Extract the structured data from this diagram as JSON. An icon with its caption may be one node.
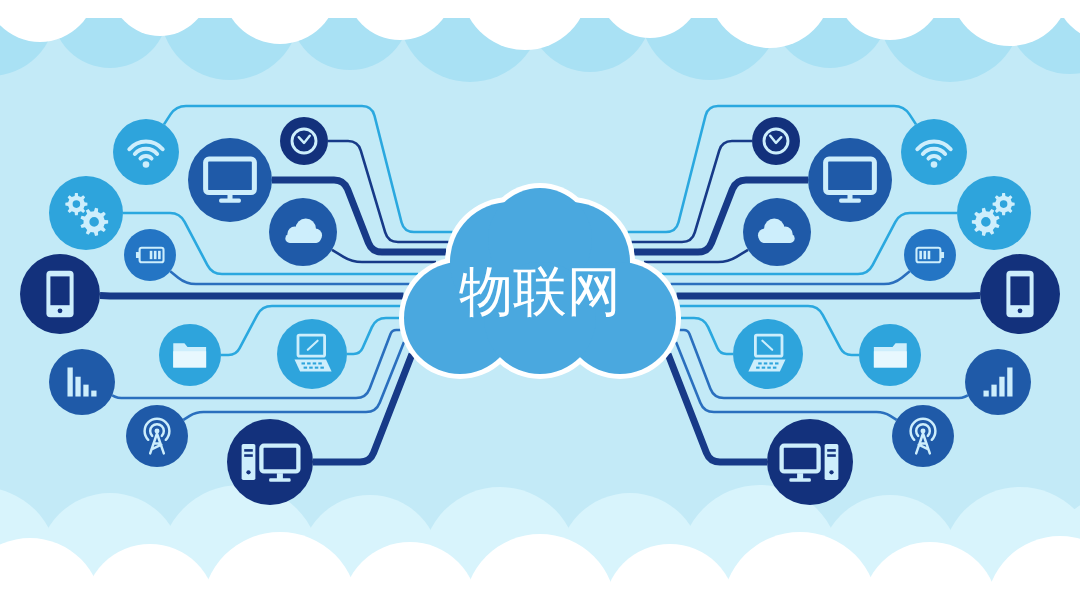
{
  "diagram": {
    "nodes": [
      {
        "text": [
          "物联网"
        ]
      },
      {
        "text": [],
        "shape": "circle"
      },
      {
        "text": [],
        "shape": "circle"
      },
      {
        "text": [],
        "shape": "circle"
      },
      {
        "text": [],
        "shape": "circle"
      },
      {
        "text": [],
        "shape": "circle"
      },
      {
        "text": [],
        "shape": "circle"
      },
      {
        "text": [],
        "shape": "circle"
      },
      {
        "text": [],
        "shape": "circle"
      },
      {
        "text": [],
        "shape": "circle"
      },
      {
        "text": [],
        "shape": "circle"
      },
      {
        "text": [],
        "shape": "circle"
      },
      {
        "text": [],
        "shape": "circle"
      },
      {
        "text": [],
        "shape": "circle"
      },
      {
        "text": [],
        "shape": "circle"
      },
      {
        "text": [],
        "shape": "circle"
      },
      {
        "text": [],
        "shape": "circle"
      },
      {
        "text": [],
        "shape": "circle"
      },
      {
        "text": [],
        "shape": "circle"
      },
      {
        "text": [],
        "shape": "circle"
      },
      {
        "text": [],
        "shape": "circle"
      },
      {
        "text": [],
        "shape": "circle"
      },
      {
        "text": [],
        "shape": "circle"
      },
      {
        "text": [],
        "shape": "circle"
      },
      {
        "text": [],
        "shape": "circle"
      }
    ],
    "edges": [
      {
        "from": 1,
        "to": 0,
        "arrow": "none"
      },
      {
        "from": 2,
        "to": 0,
        "arrow": "none",
        "color": "#2aa8df"
      },
      {
        "from": 3,
        "to": 0,
        "arrow": "none",
        "style": "thick"
      },
      {
        "from": 4,
        "to": 0,
        "arrow": "none",
        "color": "#2aa8df"
      },
      {
        "from": 5,
        "to": 0,
        "arrow": "none"
      },
      {
        "from": 6,
        "to": 0,
        "arrow": "none",
        "color": "#2a6fbe"
      },
      {
        "from": 7,
        "to": 0,
        "arrow": "none",
        "style": "thick"
      },
      {
        "from": 8,
        "to": 0,
        "arrow": "none",
        "color": "#2aa8df"
      },
      {
        "from": 9,
        "to": 0,
        "arrow": "none",
        "color": "#2aa8df"
      },
      {
        "from": 10,
        "to": 0,
        "arrow": "none",
        "color": "#2a6fbe"
      },
      {
        "from": 11,
        "to": 0,
        "arrow": "none",
        "color": "#2a6fbe"
      },
      {
        "from": 12,
        "to": 0,
        "arrow": "none",
        "style": "thick"
      },
      {
        "from": 13,
        "to": 0,
        "arrow": "none"
      },
      {
        "from": 14,
        "to": 0,
        "arrow": "none",
        "color": "#2aa8df"
      },
      {
        "from": 15,
        "to": 0,
        "arrow": "none",
        "style": "thick"
      },
      {
        "from": 16,
        "to": 0,
        "arrow": "none",
        "color": "#2aa8df"
      },
      {
        "from": 17,
        "to": 0,
        "arrow": "none"
      },
      {
        "from": 18,
        "to": 0,
        "arrow": "none",
        "color": "#2a6fbe"
      },
      {
        "from": 19,
        "to": 0,
        "arrow": "none",
        "style": "thick"
      },
      {
        "from": 20,
        "to": 0,
        "arrow": "none",
        "color": "#2aa8df"
      },
      {
        "from": 21,
        "to": 0,
        "arrow": "none",
        "color": "#2aa8df"
      },
      {
        "from": 22,
        "to": 0,
        "arrow": "none",
        "color": "#2a6fbe"
      },
      {
        "from": 23,
        "to": 0,
        "arrow": "none",
        "color": "#2a6fbe"
      },
      {
        "from": 24,
        "to": 0,
        "arrow": "none",
        "style": "thick"
      }
    ]
  }
}
